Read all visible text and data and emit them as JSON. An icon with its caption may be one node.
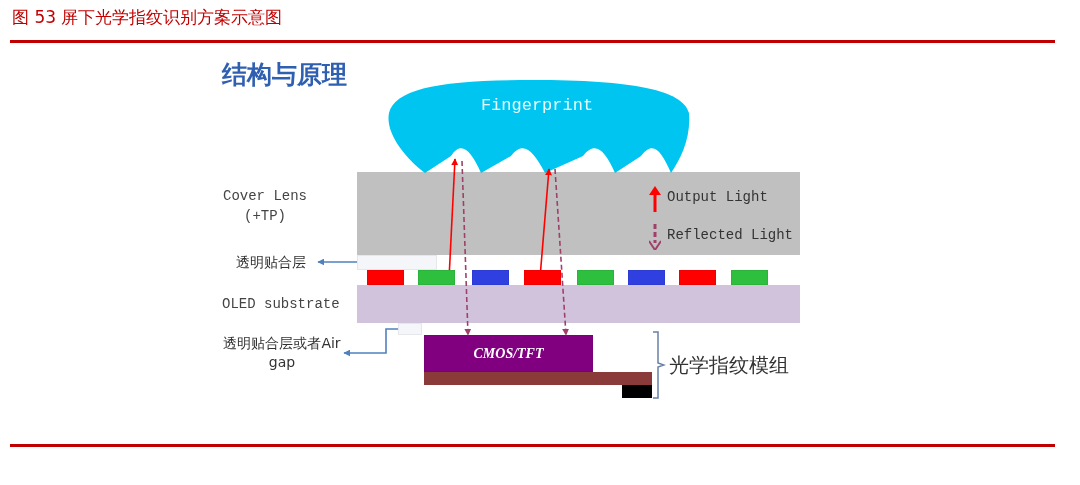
{
  "diagram": {
    "title": "图 53 屏下光学指纹识别方案示意图",
    "nodes": [
      {
        "text": [
          "Fingerprint"
        ]
      },
      {
        "text": [],
        "shape": "box"
      },
      {
        "text": [
          "透明贴合层"
        ]
      },
      {
        "text": [],
        "shape": "box"
      },
      {
        "text": [],
        "shape": "box"
      },
      {
        "text": [],
        "shape": "box"
      },
      {
        "text": [],
        "shape": "box"
      },
      {
        "text": [],
        "shape": "box"
      },
      {
        "text": [],
        "shape": "box"
      },
      {
        "text": [],
        "shape": "box"
      },
      {
        "text": [],
        "shape": "box"
      },
      {
        "text": [],
        "shape": "box"
      },
      {
        "text": [
          "透明贴合层或者Air gap"
        ]
      },
      {
        "text": [
          "CMOS/TFT"
        ]
      },
      {
        "text": [],
        "shape": "bar"
      },
      {
        "text": [],
        "shape": "box"
      }
    ],
    "edges": [
      {
        "from": 1,
        "to": 2,
        "arrow": "to",
        "color": "#4f81bd"
      },
      {
        "from": 11,
        "to": 12,
        "arrow": "to",
        "color": "#4f81bd"
      },
      {
        "from": 4,
        "to": 0,
        "arrow": "to",
        "color": "#ff0000"
      },
      {
        "from": 0,
        "to": 13,
        "arrow": "to",
        "style": "dashed",
        "color": "#a0406a"
      },
      {
        "from": 6,
        "to": 0,
        "arrow": "to",
        "color": "#ff0000"
      },
      {
        "from": 0,
        "to": 13,
        "arrow": "to",
        "style": "dashed",
        "color": "#a0406a"
      }
    ],
    "labels": [
      "结构与原理",
      "Cover Lens (+TP)",
      "OLED substrate",
      "光学指纹模组"
    ],
    "legend": [
      {
        "text": "Output Light"
      },
      {
        "text": "Reflected Light"
      }
    ]
  }
}
